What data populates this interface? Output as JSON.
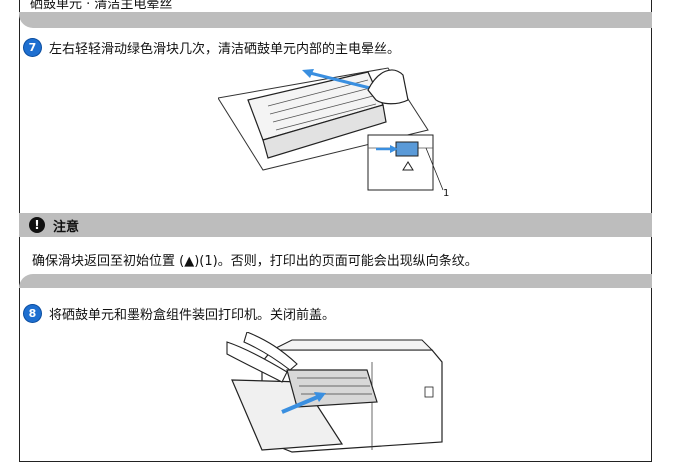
{
  "header_fragment": "硒鼓单元 · 清洁主电晕丝",
  "step7": {
    "number": "7",
    "text": "左右轻轻滑动绿色滑块几次，清洁硒鼓单元内部的主电晕丝。"
  },
  "callout_label": "1",
  "caution": {
    "icon": "!",
    "title": "注意",
    "text": "确保滑块返回至初始位置 (▲)(1)。否则，打印出的页面可能会出现纵向条纹。"
  },
  "step8": {
    "number": "8",
    "text": "将硒鼓单元和墨粉盒组件装回打印机。关闭前盖。"
  },
  "colors": {
    "accent": "#1e6fd0",
    "band": "#bdbdbd",
    "arrow": "#3a8fe0"
  }
}
